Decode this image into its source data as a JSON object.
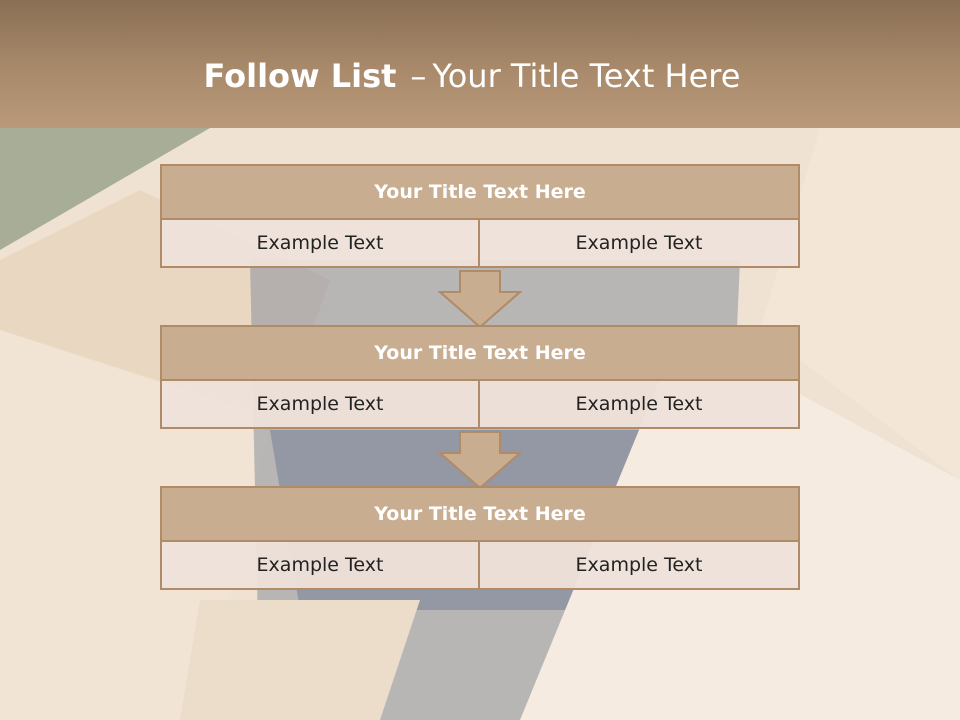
{
  "slide": {
    "title_strong": "Follow List",
    "title_dash": "–",
    "title_rest": "Your Title Text Here"
  },
  "steps": [
    {
      "title": "Your Title Text Here",
      "left": "Example Text",
      "right": "Example Text"
    },
    {
      "title": "Your Title Text Here",
      "left": "Example Text",
      "right": "Example Text"
    },
    {
      "title": "Your Title Text Here",
      "left": "Example Text",
      "right": "Example Text"
    }
  ],
  "colors": {
    "header": "#a98a6b",
    "block_title": "#c8ad91",
    "border": "#b08b67",
    "cell": "#eee2da"
  }
}
